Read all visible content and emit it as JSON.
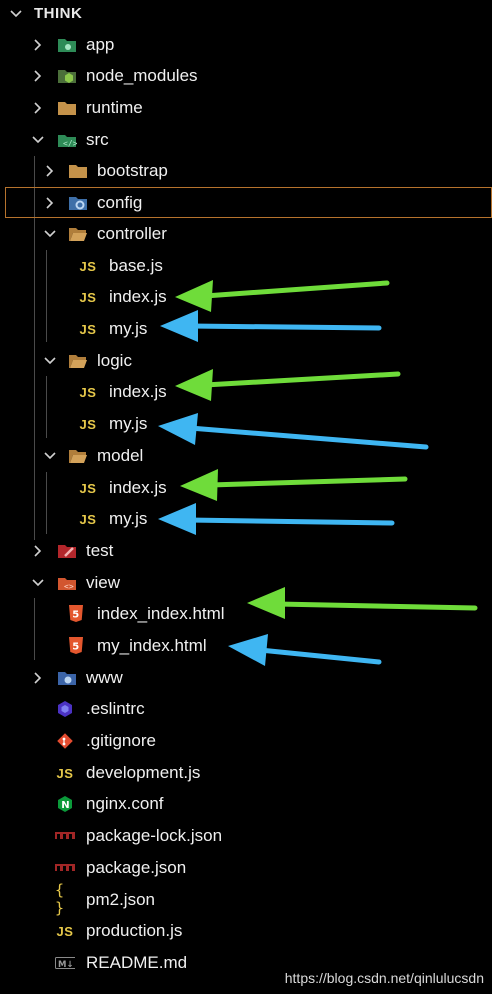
{
  "explorer": {
    "root_label": "THINK",
    "items": [
      {
        "label": "app",
        "icon": "folder-app-icon"
      },
      {
        "label": "node_modules",
        "icon": "folder-node-icon"
      },
      {
        "label": "runtime",
        "icon": "folder-icon"
      },
      {
        "label": "src",
        "icon": "folder-src-icon"
      },
      {
        "label": "bootstrap",
        "icon": "folder-icon"
      },
      {
        "label": "config",
        "icon": "folder-config-icon"
      },
      {
        "label": "controller",
        "icon": "folder-open-icon"
      },
      {
        "label": "base.js",
        "icon": "js-file-icon"
      },
      {
        "label": "index.js",
        "icon": "js-file-icon"
      },
      {
        "label": "my.js",
        "icon": "js-file-icon"
      },
      {
        "label": "logic",
        "icon": "folder-open-icon"
      },
      {
        "label": "index.js",
        "icon": "js-file-icon"
      },
      {
        "label": "my.js",
        "icon": "js-file-icon"
      },
      {
        "label": "model",
        "icon": "folder-open-icon"
      },
      {
        "label": "index.js",
        "icon": "js-file-icon"
      },
      {
        "label": "my.js",
        "icon": "js-file-icon"
      },
      {
        "label": "test",
        "icon": "folder-test-icon"
      },
      {
        "label": "view",
        "icon": "folder-view-icon"
      },
      {
        "label": "index_index.html",
        "icon": "html-file-icon"
      },
      {
        "label": "my_index.html",
        "icon": "html-file-icon"
      },
      {
        "label": "www",
        "icon": "folder-www-icon"
      },
      {
        "label": ".eslintrc",
        "icon": "eslint-icon"
      },
      {
        "label": ".gitignore",
        "icon": "git-icon"
      },
      {
        "label": "development.js",
        "icon": "js-file-icon"
      },
      {
        "label": "nginx.conf",
        "icon": "nginx-icon"
      },
      {
        "label": "package-lock.json",
        "icon": "npm-icon"
      },
      {
        "label": "package.json",
        "icon": "npm-icon"
      },
      {
        "label": "pm2.json",
        "icon": "json-icon"
      },
      {
        "label": "production.js",
        "icon": "js-file-icon"
      },
      {
        "label": "README.md",
        "icon": "markdown-icon"
      }
    ],
    "js_badge": "JS",
    "json_badge": "{ }",
    "md_badge": "M↓"
  },
  "watermark": "https://blog.csdn.net/qinlulucsdn",
  "colors": {
    "background": "#000000",
    "selection_border": "#b6732d",
    "arrow_green": "#6fdc3a",
    "arrow_blue": "#3fb6f2",
    "folder": "#c4924a",
    "js": "#e6c84a",
    "html": "#e4572e"
  }
}
